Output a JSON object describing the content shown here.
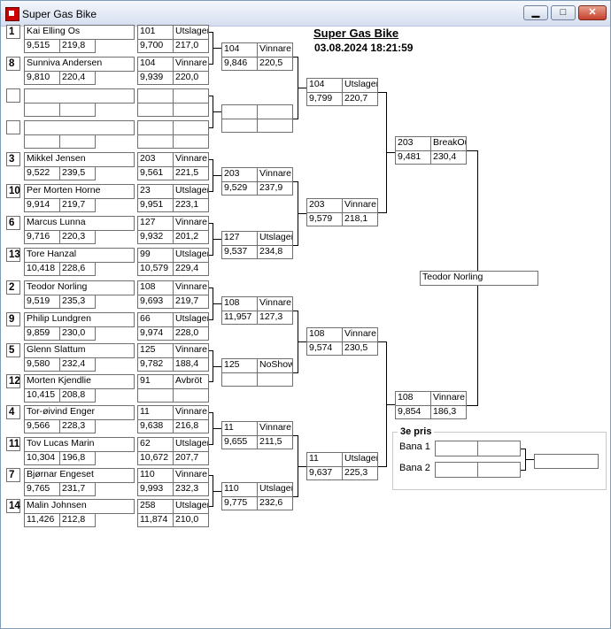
{
  "window": {
    "title": "Super Gas Bike",
    "minimize_glyph": "▁",
    "maximize_glyph": "□",
    "close_glyph": "✕"
  },
  "header": {
    "title": "Super Gas Bike",
    "datetime": "03.08.2024 18:21:59"
  },
  "seeds": [
    "1",
    "8",
    "",
    "",
    "3",
    "10",
    "6",
    "13",
    "2",
    "9",
    "5",
    "12",
    "4",
    "11",
    "7",
    "14"
  ],
  "riders": [
    {
      "name": "Kai Elling Os",
      "time": "9,515",
      "speed": "219,8"
    },
    {
      "name": "Sunniva Andersen",
      "time": "9,810",
      "speed": "220,4"
    },
    {
      "name": "",
      "time": "",
      "speed": ""
    },
    {
      "name": "",
      "time": "",
      "speed": ""
    },
    {
      "name": "Mikkel Jensen",
      "time": "9,522",
      "speed": "239,5"
    },
    {
      "name": "Per Morten  Horne",
      "time": "9,914",
      "speed": "219,7"
    },
    {
      "name": "Marcus Lunna",
      "time": "9,716",
      "speed": "220,3"
    },
    {
      "name": "Tore Hanzal",
      "time": "10,418",
      "speed": "228,6"
    },
    {
      "name": "Teodor Norling",
      "time": "9,519",
      "speed": "235,3"
    },
    {
      "name": "Philip Lundgren",
      "time": "9,859",
      "speed": "230,0"
    },
    {
      "name": "Glenn Slattum",
      "time": "9,580",
      "speed": "232,4"
    },
    {
      "name": "Morten Kjendlie",
      "time": "10,415",
      "speed": "208,8"
    },
    {
      "name": "Tor-øivind Enger",
      "time": "9,566",
      "speed": "228,3"
    },
    {
      "name": "Tov Lucas Marin",
      "time": "10,304",
      "speed": "196,8"
    },
    {
      "name": "Bjørnar Engeset",
      "time": "9,765",
      "speed": "231,7"
    },
    {
      "name": "Malin Johnsen",
      "time": "11,426",
      "speed": "212,8"
    }
  ],
  "round1": [
    {
      "num": "101",
      "status": "Utslager",
      "time": "9,700",
      "speed": "217,0"
    },
    {
      "num": "104",
      "status": "Vinnare",
      "time": "9,939",
      "speed": "220,0"
    },
    {
      "num": "",
      "status": "",
      "time": "",
      "speed": ""
    },
    {
      "num": "",
      "status": "",
      "time": "",
      "speed": ""
    },
    {
      "num": "203",
      "status": "Vinnare",
      "time": "9,561",
      "speed": "221,5"
    },
    {
      "num": "23",
      "status": "Utslager",
      "time": "9,951",
      "speed": "223,1"
    },
    {
      "num": "127",
      "status": "Vinnare",
      "time": "9,932",
      "speed": "201,2"
    },
    {
      "num": "99",
      "status": "Utslager",
      "time": "10,579",
      "speed": "229,4"
    },
    {
      "num": "108",
      "status": "Vinnare",
      "time": "9,693",
      "speed": "219,7"
    },
    {
      "num": "66",
      "status": "Utslager",
      "time": "9,974",
      "speed": "228,0"
    },
    {
      "num": "125",
      "status": "Vinnare",
      "time": "9,782",
      "speed": "188,4"
    },
    {
      "num": "91",
      "status": "Avbröt",
      "time": "",
      "speed": ""
    },
    {
      "num": "11",
      "status": "Vinnare",
      "time": "9,638",
      "speed": "216,8"
    },
    {
      "num": "62",
      "status": "Utslager",
      "time": "10,672",
      "speed": "207,7"
    },
    {
      "num": "110",
      "status": "Vinnare",
      "time": "9,993",
      "speed": "232,3"
    },
    {
      "num": "258",
      "status": "Utslager",
      "time": "11,874",
      "speed": "210,0"
    }
  ],
  "round2": [
    {
      "num": "104",
      "status": "Vinnare",
      "time": "9,846",
      "speed": "220,5"
    },
    {
      "num": "",
      "status": "",
      "time": "",
      "speed": ""
    },
    {
      "num": "203",
      "status": "Vinnare",
      "time": "9,529",
      "speed": "237,9"
    },
    {
      "num": "127",
      "status": "Utslager",
      "time": "9,537",
      "speed": "234,8"
    },
    {
      "num": "108",
      "status": "Vinnare",
      "time": "11,957",
      "speed": "127,3"
    },
    {
      "num": "125",
      "status": "NoShow",
      "time": "",
      "speed": ""
    },
    {
      "num": "11",
      "status": "Vinnare",
      "time": "9,655",
      "speed": "211,5"
    },
    {
      "num": "110",
      "status": "Utslager",
      "time": "9,775",
      "speed": "232,6"
    }
  ],
  "round3": [
    {
      "num": "104",
      "status": "Utslager",
      "time": "9,799",
      "speed": "220,7"
    },
    {
      "num": "203",
      "status": "Vinnare",
      "time": "9,579",
      "speed": "218,1"
    },
    {
      "num": "108",
      "status": "Vinnare",
      "time": "9,574",
      "speed": "230,5"
    },
    {
      "num": "11",
      "status": "Utslager",
      "time": "9,637",
      "speed": "225,3"
    }
  ],
  "round4": [
    {
      "num": "203",
      "status": "BreakOut",
      "time": "9,481",
      "speed": "230,4"
    },
    {
      "num": "108",
      "status": "Vinnare",
      "time": "9,854",
      "speed": "186,3"
    }
  ],
  "winner": "Teodor Norling",
  "third_place": {
    "label": "3e pris",
    "lane1": "Bana 1",
    "lane2": "Bana 2"
  }
}
